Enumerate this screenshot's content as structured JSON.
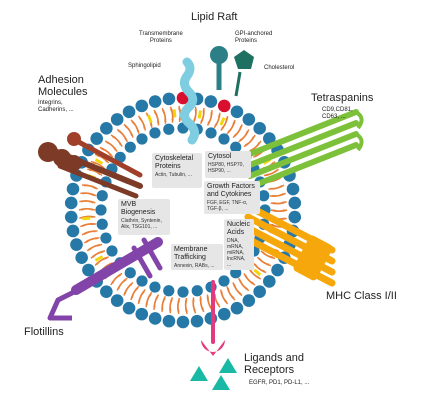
{
  "title": "Lipid Raft",
  "labels": {
    "transmembrane": "Transmembrane\nProteins",
    "gpi": "GPI-anchored\nProteins",
    "sphingolipid": "Sphingolipid",
    "cholesterol": "Cholesterol",
    "adhesion_title": "Adhesion\nMolecules",
    "adhesion_sub": "Integrins,\nCadherins, ...",
    "tetraspanins_title": "Tetraspanins",
    "tetraspanins_sub": "CD9,CD81,\nCD63, ...",
    "mhc": "MHC Class I/II",
    "flotillins": "Flotillins",
    "ligands_title": "Ligands and\nReceptors",
    "ligands_sub": "EGFR, PD1, PD-L1, ..."
  },
  "boxes": {
    "cytoskeletal": {
      "title": "Cytoskeletal\nProteins",
      "sub": "Actin, Tubulin, ..."
    },
    "cytosol": {
      "title": "Cytosol",
      "sub": "HSP80, HSP70,\nHSP90, ..."
    },
    "growth": {
      "title": "Growth Factors\nand Cytokines",
      "sub": "FGF, EGF, TNF-α,\nTGF-β, ..."
    },
    "mvb": {
      "title": "MVB\nBiogenesis",
      "sub": "Clathrin, Syntenin,\nAlix, TSG101, ..."
    },
    "nucleic": {
      "title": "Nucleic\nAcids",
      "sub": "DNA,\nmRNA,\nmiRNA,\nlncRNA,\n..."
    },
    "membrane": {
      "title": "Membrane\nTrafficking",
      "sub": "Annexin, RABs, ..."
    }
  },
  "colors": {
    "head": "#2678a7",
    "tail": "#e8803a",
    "raft": "#d90f2f",
    "cholesterol": "#f1d70a",
    "teal": "#2c7f86",
    "transmembrane": "#7fcde0",
    "tetraspanin": "#7dc13a",
    "mhc": "#f5a70b",
    "adhesion": "#7c3a27",
    "flotillin": "#8244a8",
    "ligand": "#e23a7e",
    "ligand_marker": "#19b9a6",
    "gpi": "#1e7060"
  }
}
